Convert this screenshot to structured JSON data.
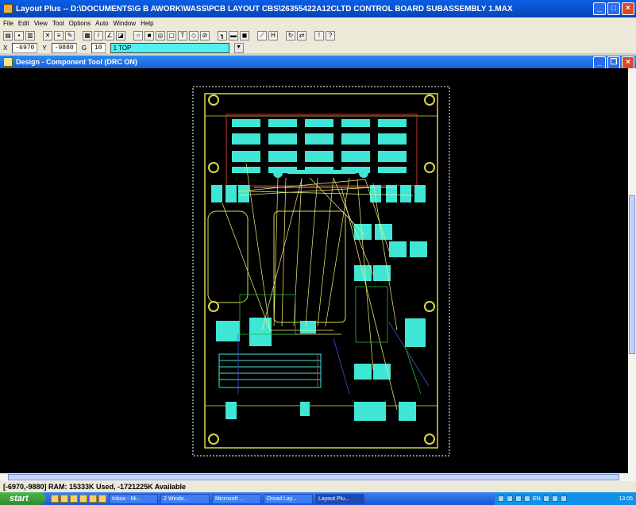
{
  "app": {
    "title": "Layout Plus -- D:\\DOCUMENTS\\G B AWORK\\WASS\\PCB LAYOUT CBS\\26355422A12CLTD CONTROL BOARD SUBASSEMBLY 1.MAX"
  },
  "menu": [
    "File",
    "Edit",
    "View",
    "Tool",
    "Options",
    "Auto",
    "Window",
    "Help"
  ],
  "coords": {
    "x_label": "X",
    "x_value": "-6970",
    "y_label": "Y",
    "y_value": "-9880",
    "grid_label": "G",
    "grid_value": "10",
    "layer_value": "1  TOP"
  },
  "child_window": {
    "title": "Design - Component Tool (DRC ON)"
  },
  "status": {
    "text": "[-6970,-9880]   RAM: 15333K Used, -1721225K Available"
  },
  "taskbar": {
    "start_label": "start",
    "tasks": [
      "Inbox - Mi...",
      "2 Windo...",
      "Microsoft ...",
      "Orcad Lay...",
      "Layout Plu..."
    ],
    "tray_lang": "EN",
    "clock": "13:05"
  },
  "colors": {
    "canvas_bg": "#000000",
    "board_outline": "#d8d84a",
    "ratsnest": "#f4f27a",
    "pads": "#3fe6d6",
    "traces_green": "#24b43c",
    "traces_blue": "#3a52d8",
    "traces_red": "#c83232"
  }
}
